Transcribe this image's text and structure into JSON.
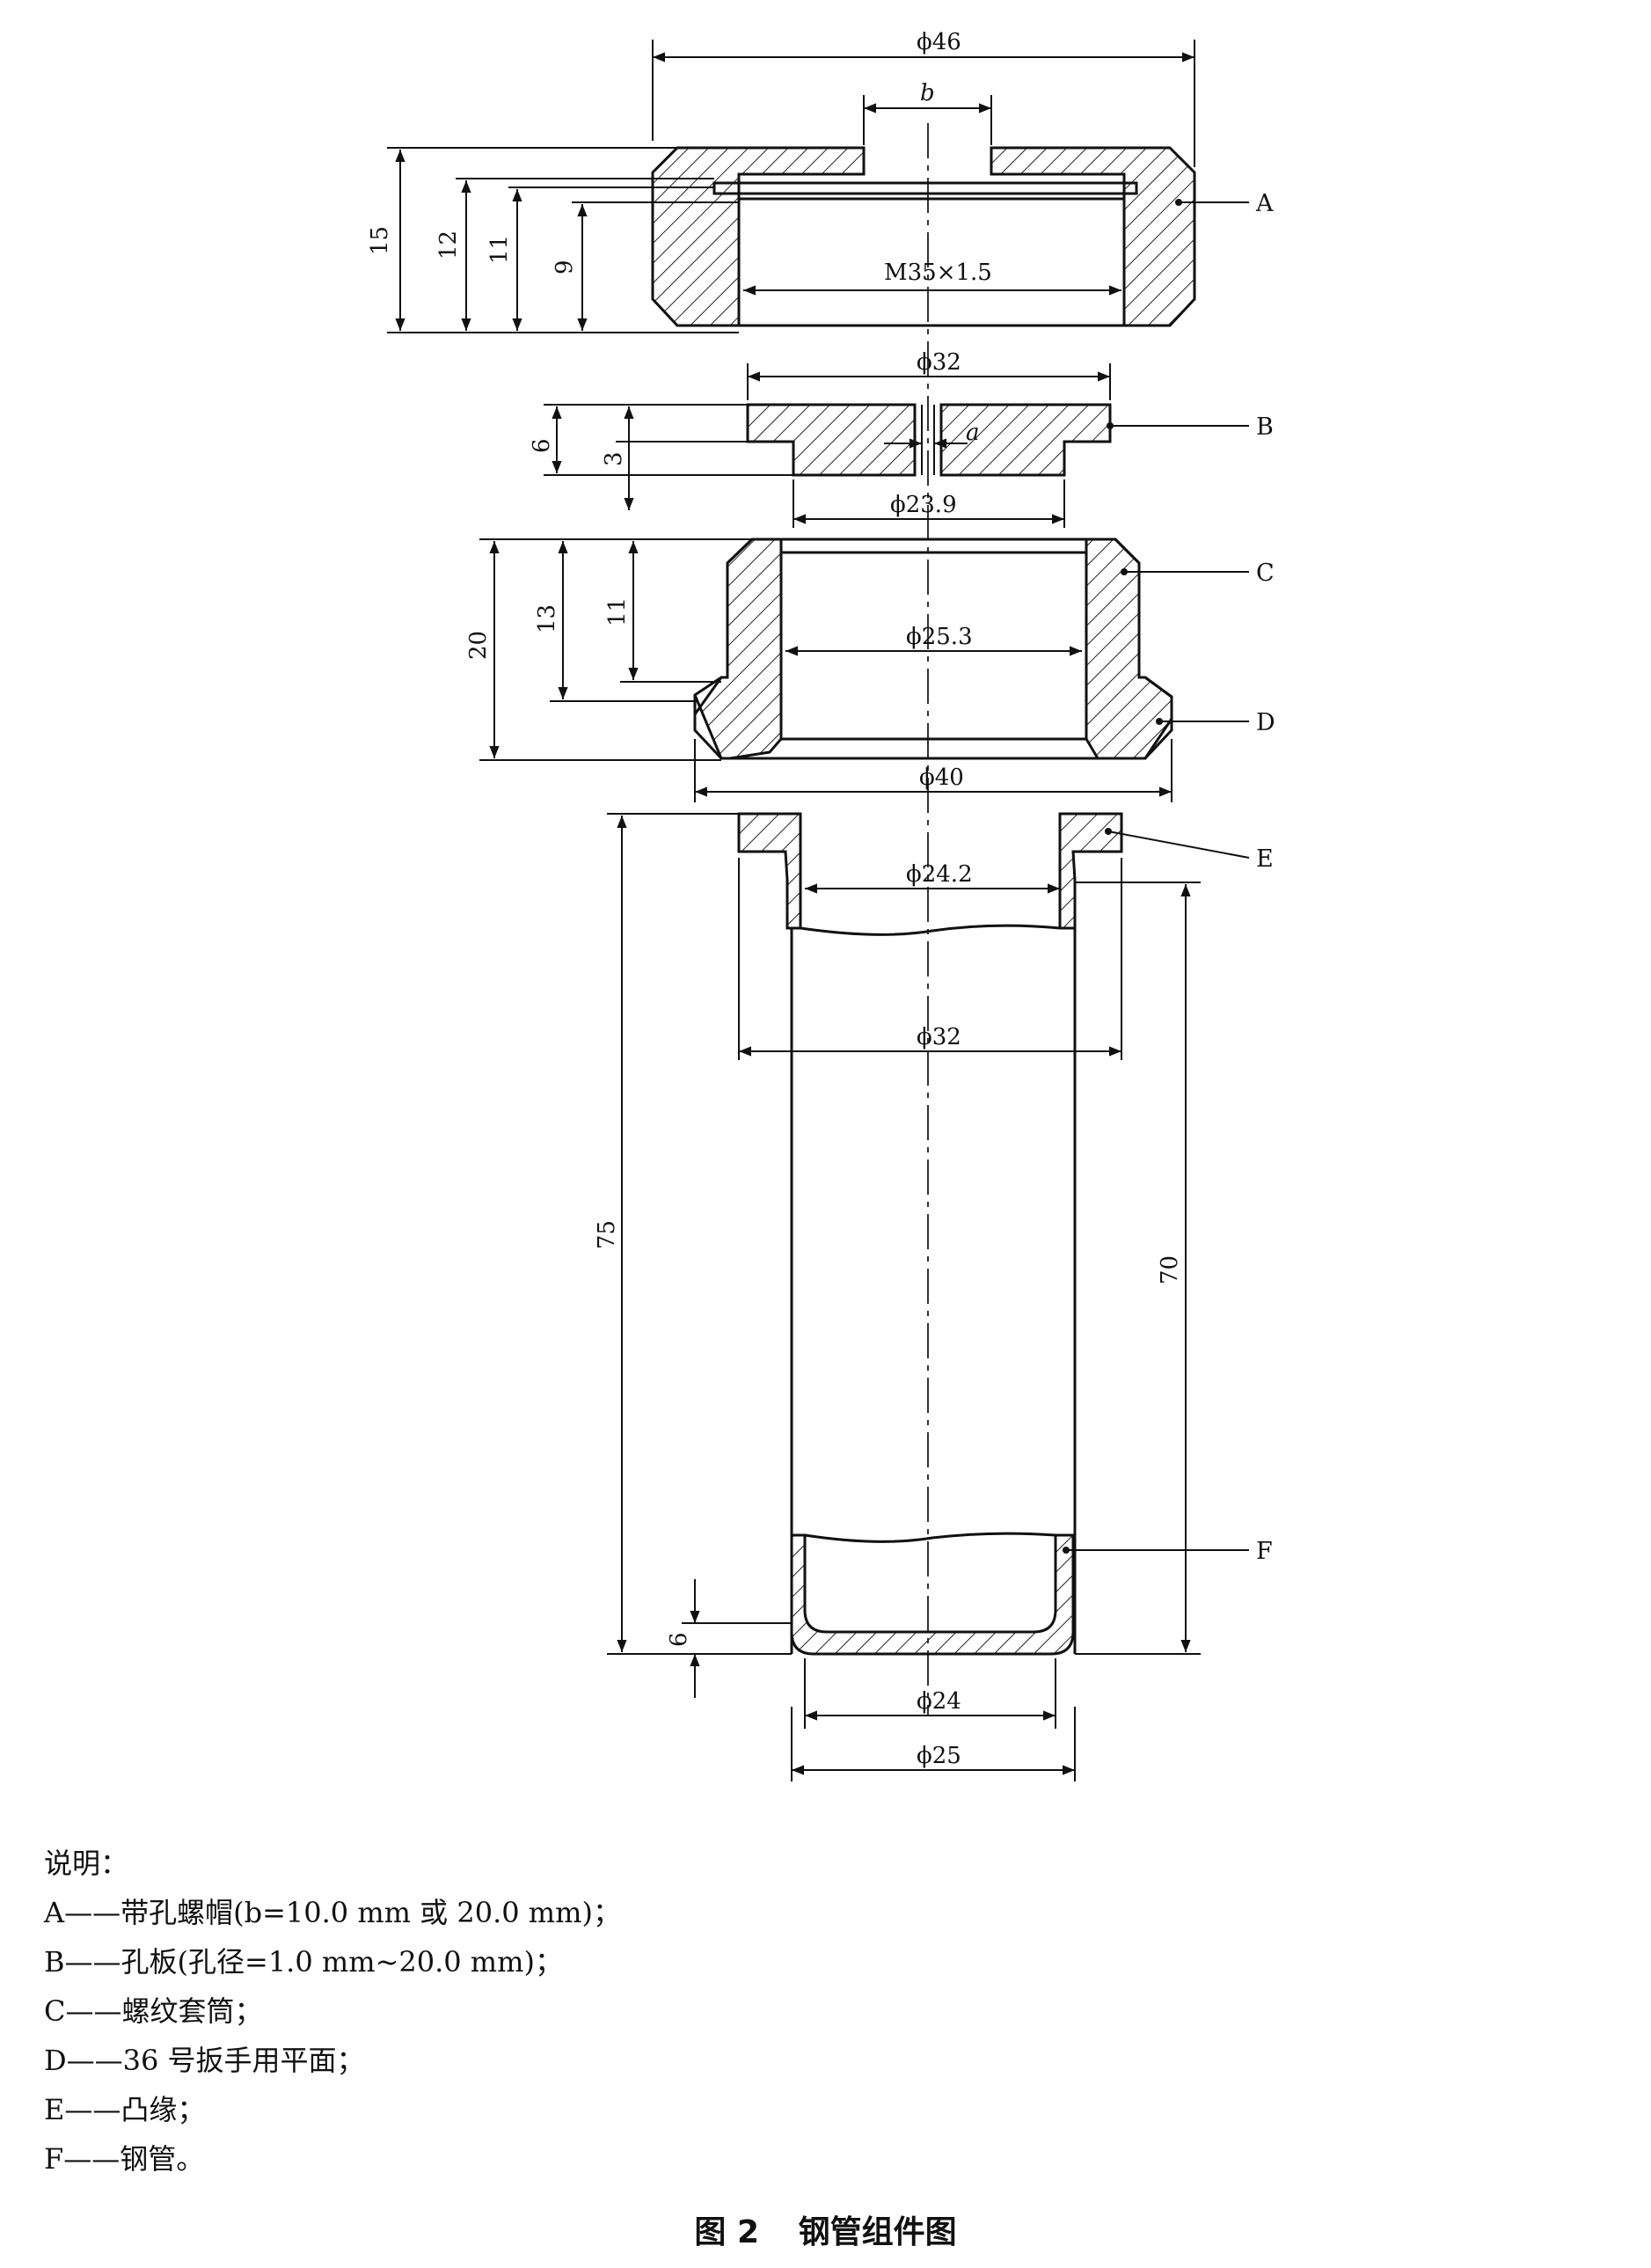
{
  "dimensions": {
    "a_outer": "ϕ46",
    "a_slot": "b",
    "a_thread": "M35×1.5",
    "a_h15": "15",
    "a_h12": "12",
    "a_h11": "11",
    "a_h9": "9",
    "b_outer": "ϕ32",
    "b_hole": "a",
    "b_inner": "ϕ23.9",
    "b_h6": "6",
    "b_h3": "3",
    "cd_bore": "ϕ25.3",
    "cd_outer": "ϕ40",
    "cd_h20": "20",
    "cd_h13": "13",
    "cd_h11": "11",
    "e_inner": "ϕ24.2",
    "ef_outer": "ϕ32",
    "f_h75": "75",
    "f_h70": "70",
    "f_h6": "6",
    "f_inner": "ϕ24",
    "f_outer": "ϕ25"
  },
  "part_labels": {
    "A": "A",
    "B": "B",
    "C": "C",
    "D": "D",
    "E": "E",
    "F": "F"
  },
  "legend": {
    "heading": "说明：",
    "items": [
      "A——带孔螺帽(b=10.0 mm 或 20.0 mm)；",
      "B——孔板(孔径=1.0 mm~20.0 mm)；",
      "C——螺纹套筒；",
      "D——36 号扳手用平面；",
      "E——凸缘；",
      "F——钢管。"
    ]
  },
  "caption": {
    "number": "图 2",
    "title": "钢管组件图"
  }
}
